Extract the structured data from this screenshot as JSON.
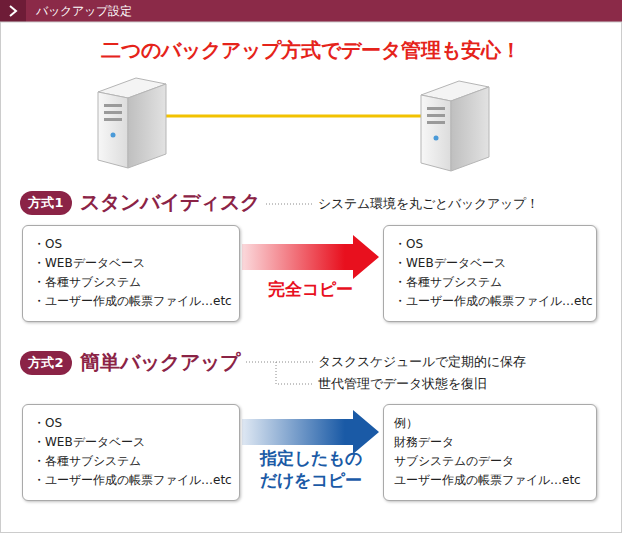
{
  "diagram": {
    "title": "二つのバックアップ方式でデータ管理も安心！",
    "nodes": [
      {
        "text": [
          "バックアップ設定"
        ]
      },
      {
        "text": [
          "方式1"
        ]
      },
      {
        "text": [
          "・OS",
          "・WEBデータベース",
          "・各種サブシステム",
          "・ユーザー作成の帳票ファイル…etc"
        ]
      },
      {
        "text": [
          "・OS",
          "・WEBデータベース",
          "・各種サブシステム",
          "・ユーザー作成の帳票ファイル…etc"
        ]
      },
      {
        "text": [
          "方式2"
        ]
      },
      {
        "text": [
          "・OS",
          "・WEBデータベース",
          "・各種サブシステム",
          "・ユーザー作成の帳票ファイル…etc"
        ]
      },
      {
        "text": [
          "例）",
          "財務データ",
          "サブシステムのデータ",
          "ユーザー作成の帳票ファイル…etc"
        ]
      }
    ],
    "edges": [
      {
        "from": 2,
        "to": 3,
        "arrow": "to",
        "label": "完全コピー"
      },
      {
        "from": 5,
        "to": 6,
        "arrow": "to",
        "label": "指定したもの だけをコピー"
      }
    ],
    "labels": [
      "スタンバイディスク",
      "システム環境を丸ごとバックアップ！",
      "簡単バックアップ",
      "タスクスケジュールで定期的に保存",
      "世代管理でデータ状態を復旧"
    ]
  }
}
